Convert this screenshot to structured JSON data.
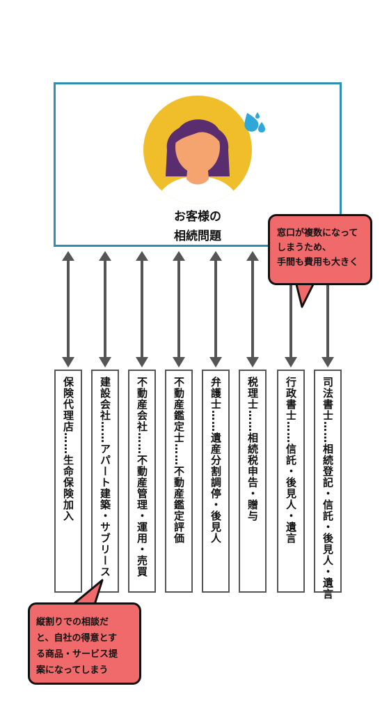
{
  "client": {
    "title_line1": "お客様の",
    "title_line2": "相続問題",
    "avatar_icon": "worried-person-icon",
    "sweat_icon": "sweat-drop-icon"
  },
  "providers": [
    {
      "label": "保険代理店……生命保険加入"
    },
    {
      "label": "建設会社……アパート建築・サブリース"
    },
    {
      "label": "不動産会社……不動産管理・運用・売買"
    },
    {
      "label": "不動産鑑定士……不動産鑑定評価"
    },
    {
      "label": "弁護士……遺産分割調停・後見人"
    },
    {
      "label": "税理士……相続税申告・贈与"
    },
    {
      "label": "行政書士……信託・後見人・遺言"
    },
    {
      "label": "司法書士……相続登記・信託・後見人・遺言"
    }
  ],
  "callout_top": {
    "line1": "窓口が複数になって",
    "line2": "しまうため、",
    "line3": "手間も費用も大きく"
  },
  "callout_bottom": {
    "line1": "縦割りでの相談だ",
    "line2": "と、自社の得意とす",
    "line3": "る商品・サービス提",
    "line4": "案になってしまう"
  },
  "colors": {
    "box_border": "#2f8fb3",
    "avatar_bg": "#f0be2a",
    "hair": "#5a2e6e",
    "skin": "#f6a46f",
    "callout": "#f0696b",
    "arrow": "#555555",
    "sweat": "#2fa7d8"
  }
}
